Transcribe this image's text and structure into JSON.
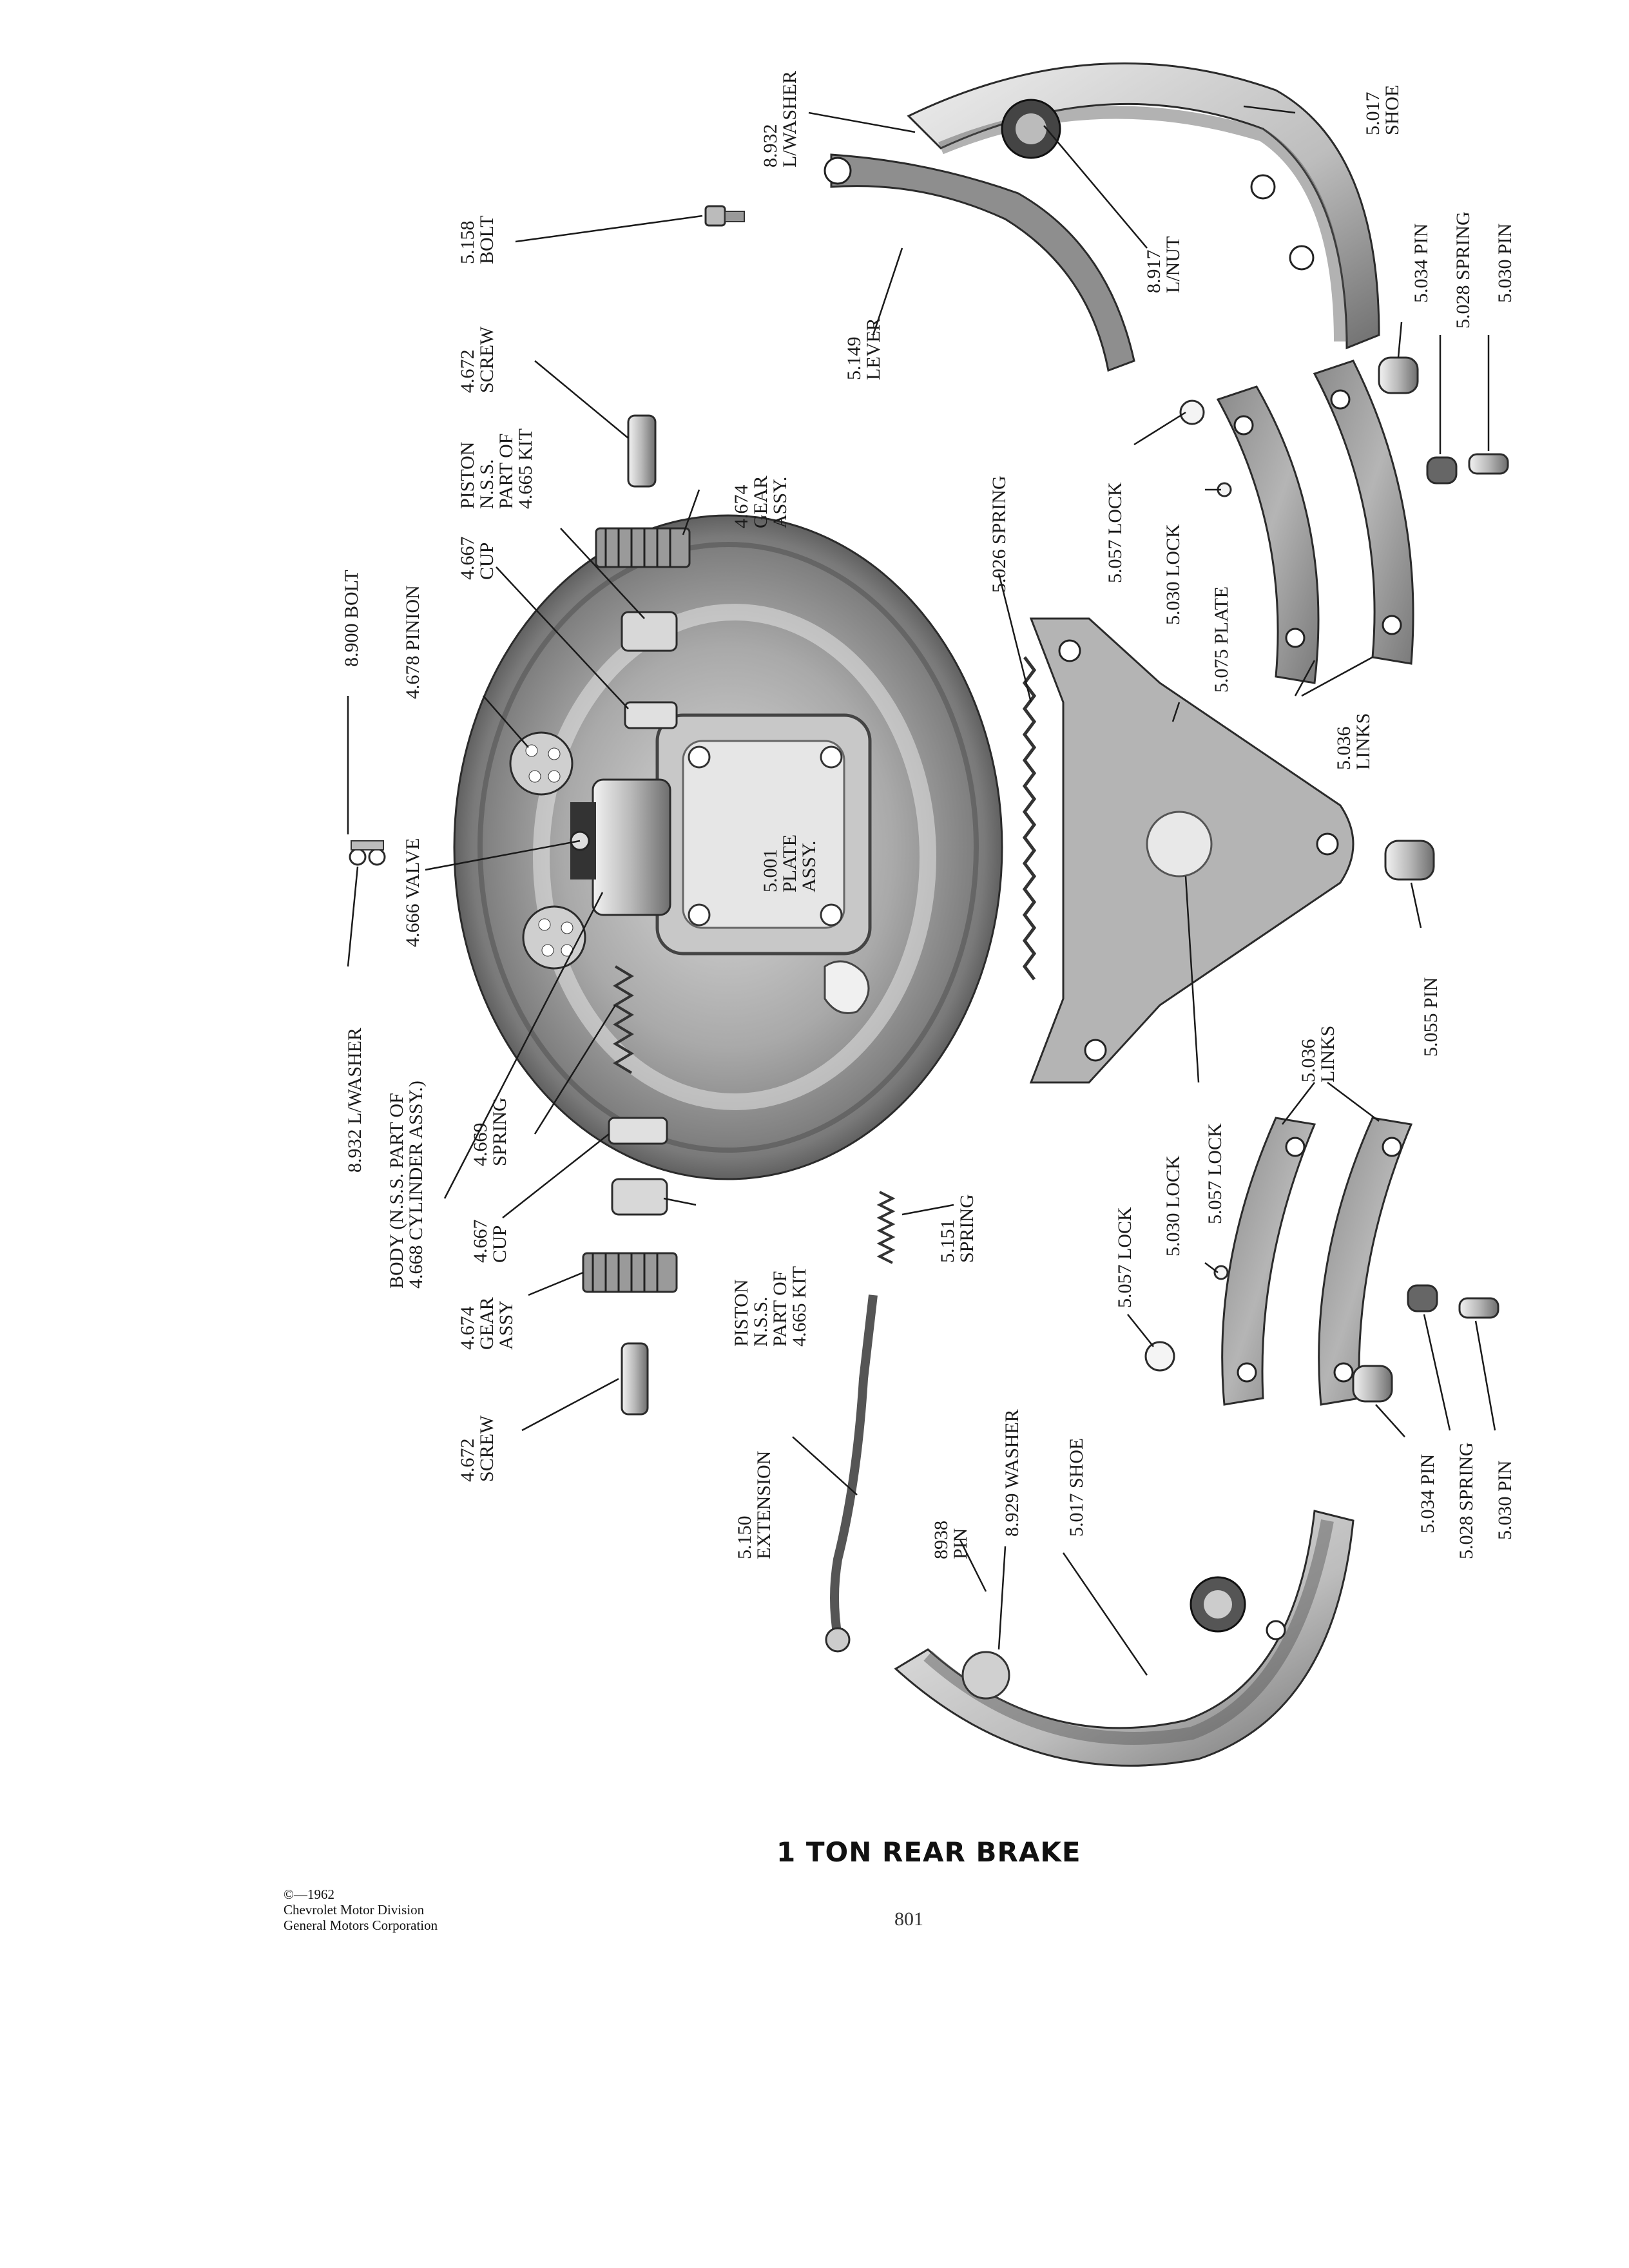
{
  "title": "1 TON REAR BRAKE",
  "copyright": [
    "©—1962",
    "Chevrolet Motor Division",
    "General Motors Corporation"
  ],
  "page_number": "801",
  "labels": {
    "lwasher_top": [
      "8.932",
      "L/WASHER"
    ],
    "shoe_top": [
      "5.017",
      "SHOE"
    ],
    "bolt_5158": [
      "5.158",
      "BOLT"
    ],
    "lnut": [
      "8.917",
      "L/NUT"
    ],
    "lever": [
      "5.149",
      "LEVER"
    ],
    "pin_5034_top": [
      "5.034 PIN"
    ],
    "spring_5028_top": [
      "5.028 SPRING"
    ],
    "pin_5030_top": [
      "5.030 PIN"
    ],
    "screw_top": [
      "4.672",
      "SCREW"
    ],
    "piston_top": [
      "PISTON",
      "N.S.S.",
      "PART OF",
      "4.665 KIT"
    ],
    "gear_top": [
      "4.674",
      "GEAR",
      "ASSY."
    ],
    "spring_5026": [
      "5.026 SPRING"
    ],
    "lock_5057_top": [
      "5.057 LOCK"
    ],
    "lock_5030_top": [
      "5.030 LOCK"
    ],
    "plate_5075": [
      "5.075 PLATE"
    ],
    "links_top": [
      "5.036",
      "LINKS"
    ],
    "bolt_8900": [
      "8.900 BOLT"
    ],
    "pinion": [
      "4.678 PINION"
    ],
    "cup_top": [
      "4.667",
      "CUP"
    ],
    "valve": [
      "4.666 VALVE"
    ],
    "plate_assy": [
      "5.001",
      "PLATE",
      "ASSY."
    ],
    "pin_5055": [
      "5.055 PIN"
    ],
    "lwasher_left": [
      "8.932 L/WASHER"
    ],
    "body": [
      "BODY (N.S.S. PART OF",
      "4.668 CYLINDER ASSY.)"
    ],
    "spring_4669": [
      "4.669",
      "SPRING"
    ],
    "lock_5057_mid": [
      "5.057 LOCK"
    ],
    "links_bottom": [
      "5.036",
      "LINKS"
    ],
    "cup_bottom": [
      "4.667",
      "CUP"
    ],
    "lock_5057_bottom": [
      "5.057 LOCK"
    ],
    "lock_5030_bottom": [
      "5.030 LOCK"
    ],
    "piston_bottom": [
      "PISTON",
      "N.S.S.",
      "PART OF",
      "4.665 KIT"
    ],
    "spring_5151": [
      "5.151",
      "SPRING"
    ],
    "gear_bottom": [
      "4.674",
      "GEAR",
      "ASSY"
    ],
    "screw_bottom": [
      "4.672",
      "SCREW"
    ],
    "extension": [
      "5.150",
      "EXTENSION"
    ],
    "pin_8938": [
      "8938",
      "PIN"
    ],
    "washer_8929": [
      "8.929 WASHER"
    ],
    "shoe_bottom": [
      "5.017 SHOE"
    ],
    "pin_5034_bottom": [
      "5.034 PIN"
    ],
    "spring_5028_bottom": [
      "5.028 SPRING"
    ],
    "pin_5030_bottom": [
      "5.030 PIN"
    ]
  }
}
